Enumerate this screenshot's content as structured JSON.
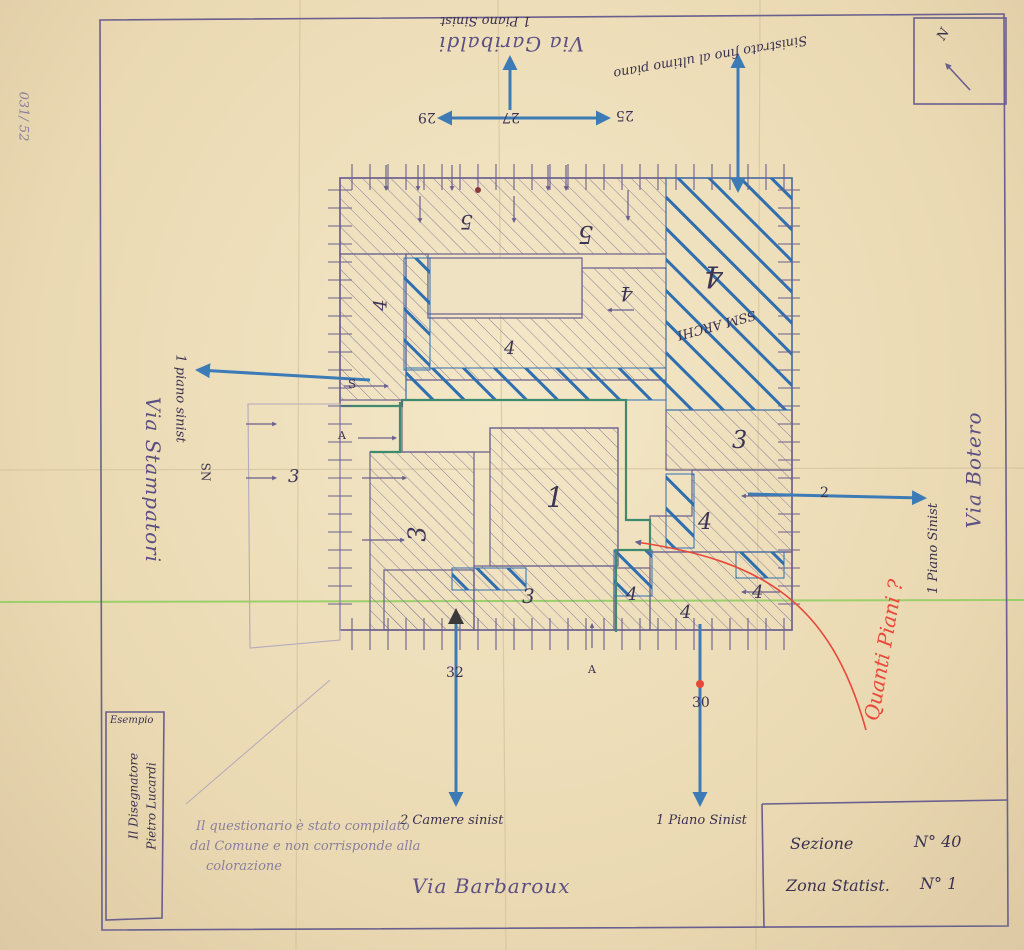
{
  "streets": {
    "north": "Via Garibaldi",
    "south": "Via Barbaroux",
    "east": "Via Botero",
    "west": "Via Stampatori"
  },
  "title_block": {
    "section_label": "Sezione",
    "section_no": "N° 40",
    "zone_label": "Zona Statist.",
    "zone_no": "N° 1"
  },
  "stamp": {
    "header": "Esempio",
    "line1": "Il Disegnatore",
    "line2": "Pietro Lucardi"
  },
  "notes": {
    "north_top": "1 Piano Sinist",
    "north_damage": "Sinistrato fino al ultimo piano",
    "west_damage": "1 piano sinist",
    "east_damage": "1 Piano Sinist",
    "south_32": "2 Camere sinist",
    "south_30": "1 Piano Sinist",
    "question": "Quanti Piani ?",
    "footnote_1": "Il questionario è stato compilato",
    "footnote_2": "dal Comune e non corrisponde alla",
    "footnote_3": "colorazione",
    "north_arrow": "N",
    "margin_number": "031/ 52"
  },
  "civic_numbers": {
    "n29": "29",
    "n27": "27",
    "n25": "25",
    "n32": "32",
    "n30": "30",
    "s2": "2"
  },
  "storeys": {
    "block_center": "1",
    "north_5a": "5",
    "north_5b": "5",
    "ne_block": "4",
    "ne_big": "4",
    "west_upper": "4",
    "courtyard_wing": "4",
    "west_lower": "3",
    "south_small": "3",
    "east_upper": "3",
    "east_lower": "4",
    "se_a": "4",
    "se_b": "4",
    "se_c": "4",
    "west_outside": "3"
  },
  "labels": {
    "sect_a_top": "A",
    "sect_a_bottom": "A",
    "s_mark": "S",
    "sn_mark": "SN",
    "ne_scribble": "SSM ARCHI"
  },
  "colors": {
    "paper": "#efe0bd",
    "pencil": "#6a5f8e",
    "blue": "#3d7bb6",
    "red": "#e8483a",
    "green_line": "#9bcf6b",
    "outline_green": "#3f8a6e"
  }
}
